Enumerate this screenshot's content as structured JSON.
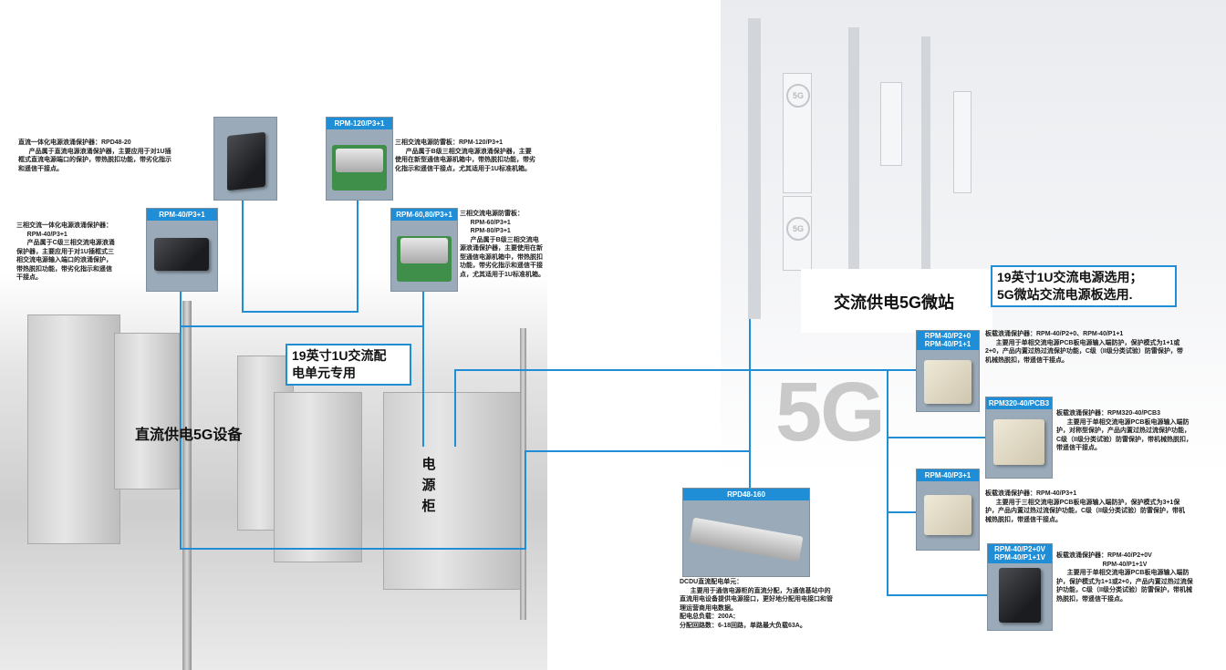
{
  "colors": {
    "line": "#1f8ed6",
    "label_bg": "#1f8ed6"
  },
  "left_scene": {
    "dc_equipment_label": "直流供电5G设备",
    "power_cabinet_label": "电源柜",
    "rack_callout": "19英寸1U交流配\n电单元专用"
  },
  "right_scene": {
    "site_title": "交流供电5G微站",
    "watermark": "5G",
    "selection_callout": "19英寸1U交流电源选用；\n5G微站交流电源板选用.",
    "background_badges": [
      "5G",
      "5G"
    ]
  },
  "products": [
    {
      "id": "rpd48-20",
      "label": "",
      "desc": "直流一体化电源浪涌保护器：RPD48-20\n      产品属于直流电源浪涌保护器，主要应用于对1U插\n框式直流电源端口的保护，带热脱扣功能，带劣化指示\n和遥信干接点。"
    },
    {
      "id": "rpm-120",
      "label": "RPM-120/P3+1",
      "desc": "三相交流电源防雷板：RPM-120/P3+1\n      产品属于B级三相交流电源浪涌保护器，主要\n使用在新型通信电源机箱中，带热脱扣功能，带劣\n化指示和遥信干接点，尤其适用于1U标准机箱。"
    },
    {
      "id": "rpm-40-p3-left",
      "label": "RPM-40/P3+1",
      "desc": "三相交流一体化电源浪涌保护器：\n      RPM-40/P3+1\n      产品属于C级三相交流电源浪涌\n保护器，主要应用于对1U插框式三\n相交流电源输入端口的浪涌保护，\n带热脱扣功能，带劣化指示和遥信\n干接点。"
    },
    {
      "id": "rpm-60-80",
      "label": "RPM-60,80/P3+1",
      "desc": "三相交流电源防雷板：\n      RPM-60/P3+1\n      RPM-80/P3+1\n      产品属于B级三相交流电\n源浪涌保护器，主要使用在新\n型通信电源机箱中，带热脱扣\n功能，带劣化指示和遥信干接\n点，尤其适用于1U标准机箱。"
    },
    {
      "id": "rpd48-160",
      "label": "RPD48-160",
      "desc": "DCDU直流配电单元：\n      主要用于通信电源柜的直流分配，为通信基站中的\n直流用电设备提供电源接口，更好地分配用电接口和管\n理运营商用电数据。\n配电总负载：200A;\n分配回路数：6-18回路，单路最大负载63A。"
    },
    {
      "id": "rpm-40-p2",
      "label": "RPM-40/P2+0\nRPM-40/P1+1",
      "desc": "板载浪涌保护器：RPM-40/P2+0、RPM-40/P1+1\n      主要用于单相交流电源PCB板电源输入端防护，保护模式为1+1或\n2+0，产品内置过热过流保护功能，C级（II级分类试验）防雷保护，带\n机械热脱扣，带遥信干接点。"
    },
    {
      "id": "rpm320-40",
      "label": "RPM320-40/PCB3",
      "desc": "板载浪涌保护器：RPM320-40/PCB3\n      主要用于单相交流电源PCB板电源输入端防\n护，对称型保护，产品内置过热过流保护功能，\nC级（II级分类试验）防雷保护，带机械热脱扣，\n带遥信干接点。"
    },
    {
      "id": "rpm-40-p3-right",
      "label": "RPM-40/P3+1",
      "desc": "板载浪涌保护器：RPM-40/P3+1\n      主要用于三相交流电源PCB板电源输入端防护，保护模式为3+1保\n护，产品内置过热过流保护功能，C级（II级分类试验）防雷保护，带机\n械热脱扣，带遥信干接点。"
    },
    {
      "id": "rpm-40-p2v",
      "label": "RPM-40/P2+0V\nRPM-40/P1+1V",
      "desc": "板载浪涌保护器：RPM-40/P2+0V\n                          RPM-40/P1+1V\n      主要用于单相交流电源PCB板电源输入端防\n护，保护模式为1+1或2+0，产品内置过热过流保\n护功能，C级（II级分类试验）防雷保护，带机械\n热脱扣，带遥信干接点。"
    }
  ]
}
